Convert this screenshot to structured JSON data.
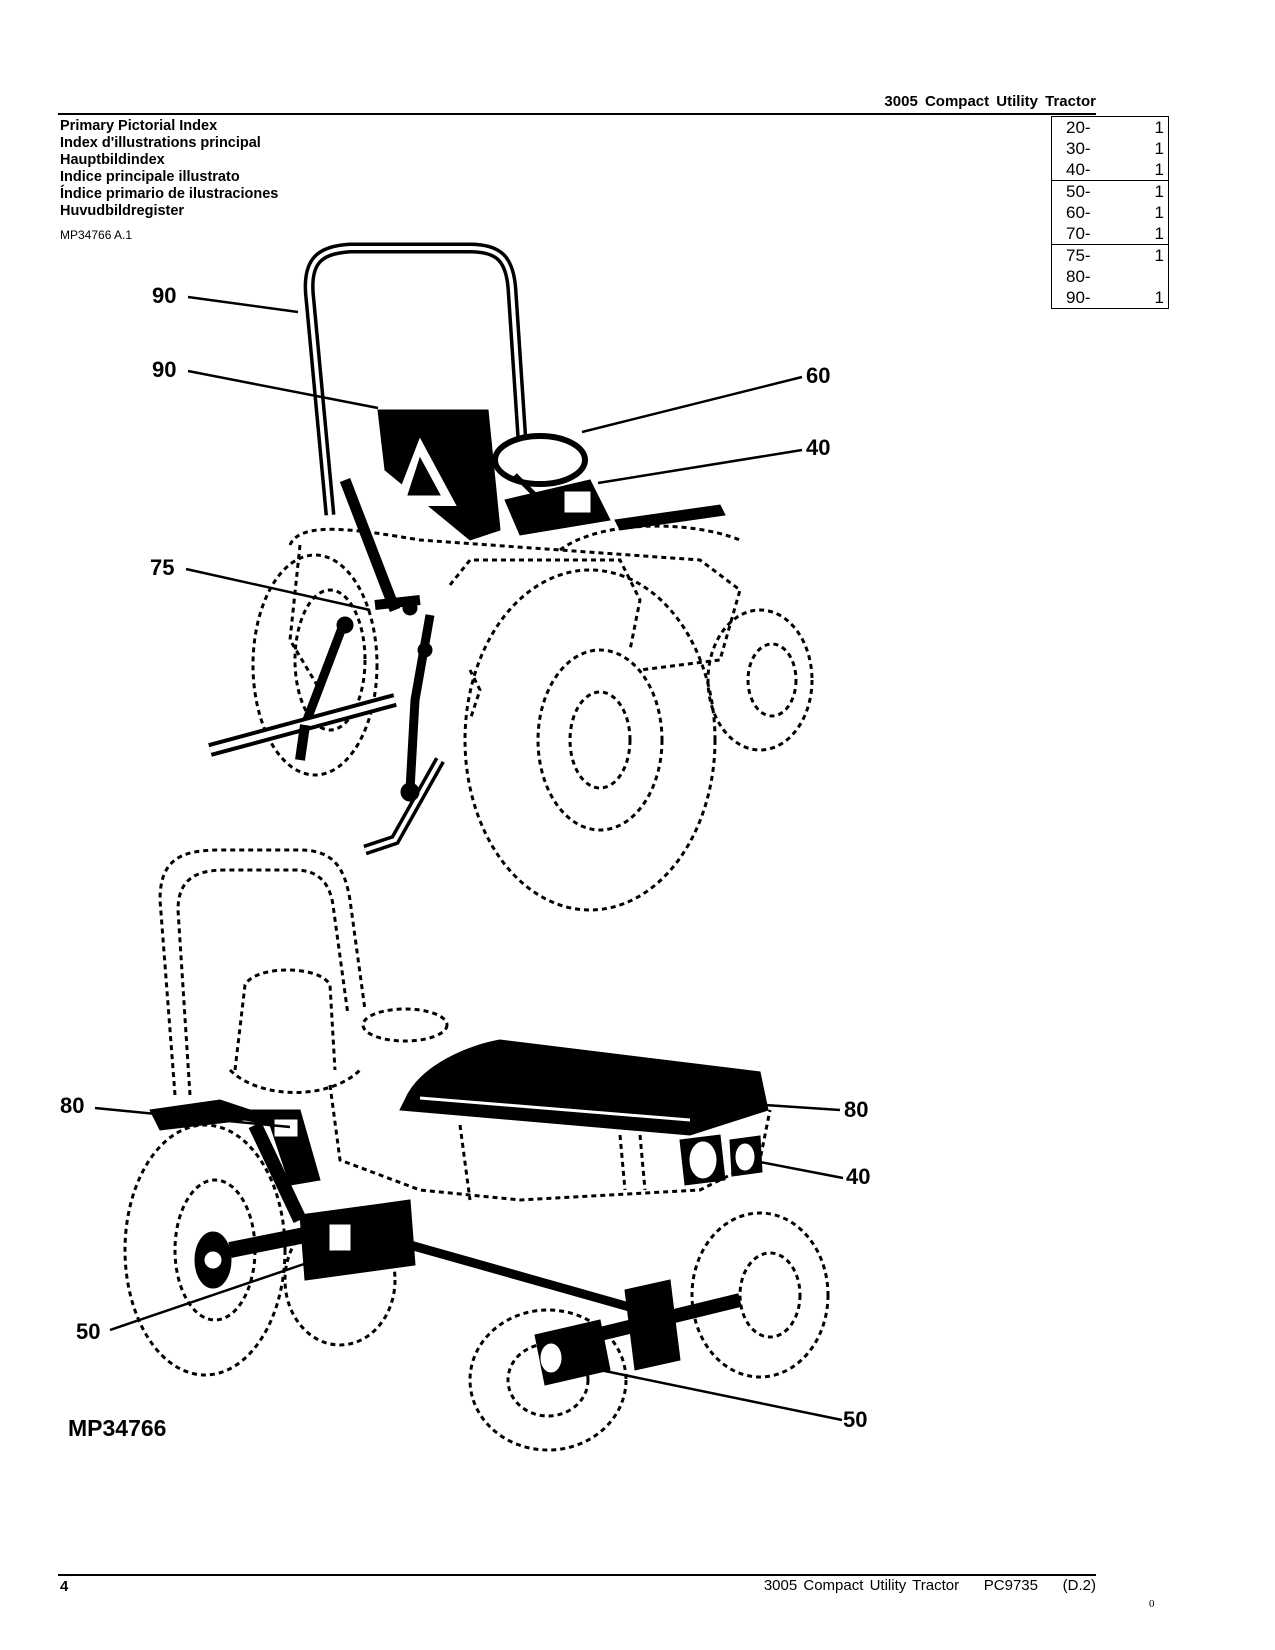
{
  "header": {
    "title": "3005 Compact Utility Tractor"
  },
  "titles": [
    "Primary Pictorial Index",
    "Index d'illustrations principal",
    "Hauptbildindex",
    "Indice principale illustrato",
    "Índice primario de ilustraciones",
    "Huvudbildregister"
  ],
  "figure_ref": "MP34766 A.1",
  "index_table": [
    [
      {
        "section": "20-",
        "page": "1"
      },
      {
        "section": "30-",
        "page": "1"
      },
      {
        "section": "40-",
        "page": "1"
      }
    ],
    [
      {
        "section": "50-",
        "page": "1"
      },
      {
        "section": "60-",
        "page": "1"
      },
      {
        "section": "70-",
        "page": "1"
      }
    ],
    [
      {
        "section": "75-",
        "page": "1"
      },
      {
        "section": "80-",
        "page": ""
      },
      {
        "section": "90-",
        "page": "1"
      }
    ]
  ],
  "illustration": {
    "callouts_top": [
      "90",
      "90",
      "60",
      "40",
      "75"
    ],
    "callouts_bottom": [
      "80",
      "80",
      "40",
      "50",
      "50"
    ],
    "figure_label": "MP34766"
  },
  "footer": {
    "page_number": "4",
    "book_title": "3005 Compact Utility Tractor",
    "pub_code": "PC9735",
    "revision": "(D.2)",
    "mark": "0"
  }
}
